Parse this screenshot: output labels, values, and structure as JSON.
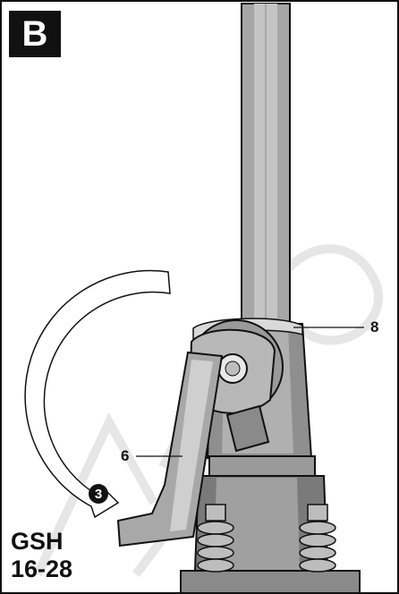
{
  "figure": {
    "badge": "B",
    "model_line1": "GSH",
    "model_line2": "16-28",
    "step_number": "3"
  },
  "callouts": [
    {
      "label": "6"
    },
    {
      "label": "8"
    }
  ],
  "colors": {
    "ink": "#111111",
    "tool_dark": "#7a7a7a",
    "tool_mid": "#a6a6a6",
    "tool_light": "#d9d9d9",
    "watermark": "#e6e6e6"
  }
}
